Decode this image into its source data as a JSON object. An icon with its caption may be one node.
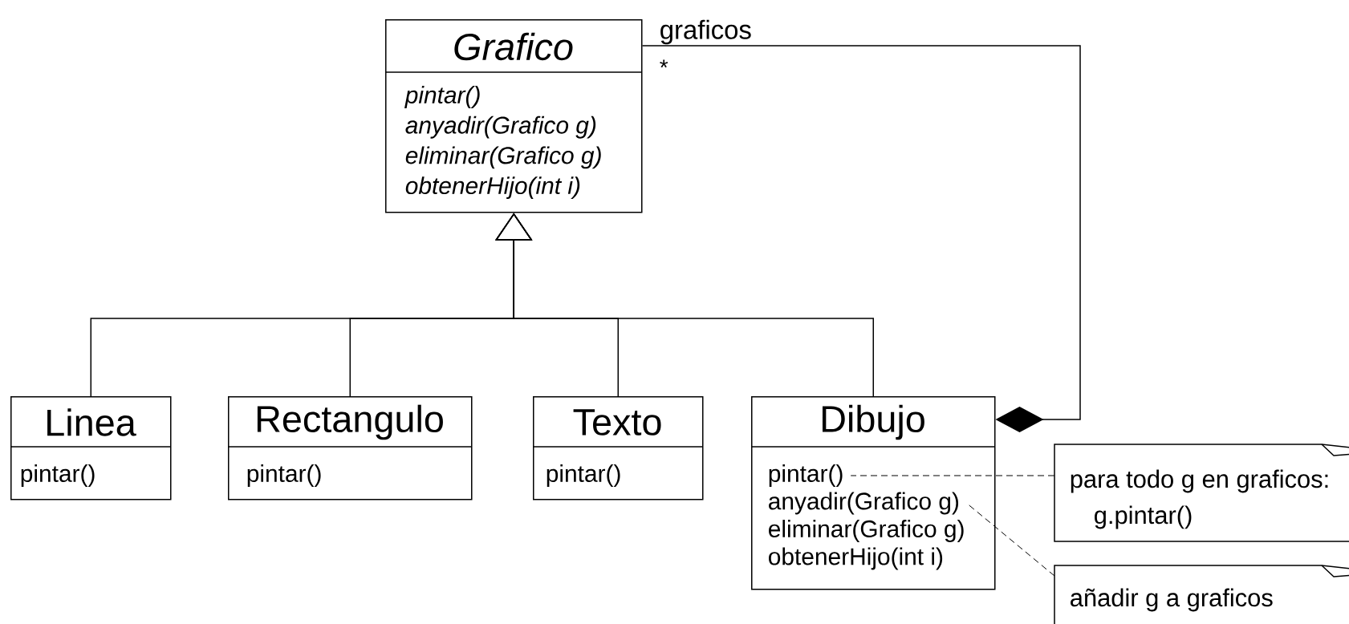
{
  "diagram": {
    "nodes": [
      {
        "text": [
          "Grafico"
        ]
      },
      {
        "text": [
          "pintar()"
        ],
        "in": 0
      },
      {
        "text": [
          "anyadir(Grafico g)"
        ],
        "in": 0
      },
      {
        "text": [
          "eliminar(Grafico g)"
        ],
        "in": 0
      },
      {
        "text": [
          "obtenerHijo(int i)"
        ],
        "in": 0
      },
      {
        "text": [
          "Linea"
        ]
      },
      {
        "text": [
          "pintar()"
        ],
        "in": 5
      },
      {
        "text": [
          "Rectangulo"
        ]
      },
      {
        "text": [
          "pintar()"
        ],
        "in": 7
      },
      {
        "text": [
          "Texto"
        ]
      },
      {
        "text": [
          "pintar()"
        ],
        "in": 9
      },
      {
        "text": [
          "Dibujo"
        ]
      },
      {
        "text": [
          "pintar()"
        ],
        "in": 11
      },
      {
        "text": [
          "anyadir(Grafico g)"
        ],
        "in": 11
      },
      {
        "text": [
          "eliminar(Grafico g)"
        ],
        "in": 11
      },
      {
        "text": [
          "obtenerHijo(int i)"
        ],
        "in": 11
      },
      {
        "text": [
          "para todo g en graficos:",
          "g.pintar()"
        ]
      },
      {
        "text": [
          "añadir g a graficos"
        ]
      }
    ],
    "edges": [
      {
        "from": 5,
        "to": 0,
        "arrow": "to"
      },
      {
        "from": 7,
        "to": 0,
        "arrow": "to"
      },
      {
        "from": 9,
        "to": 0,
        "arrow": "to"
      },
      {
        "from": 11,
        "to": 0,
        "arrow": "to"
      },
      {
        "from": 11,
        "to": 0,
        "arrow": "other",
        "label": "graficos"
      },
      {
        "from": 16,
        "to": 12,
        "arrow": "none",
        "style": "dashed"
      },
      {
        "from": 17,
        "to": 13,
        "arrow": "none",
        "style": "dashed"
      }
    ],
    "labels": [
      "*"
    ]
  }
}
